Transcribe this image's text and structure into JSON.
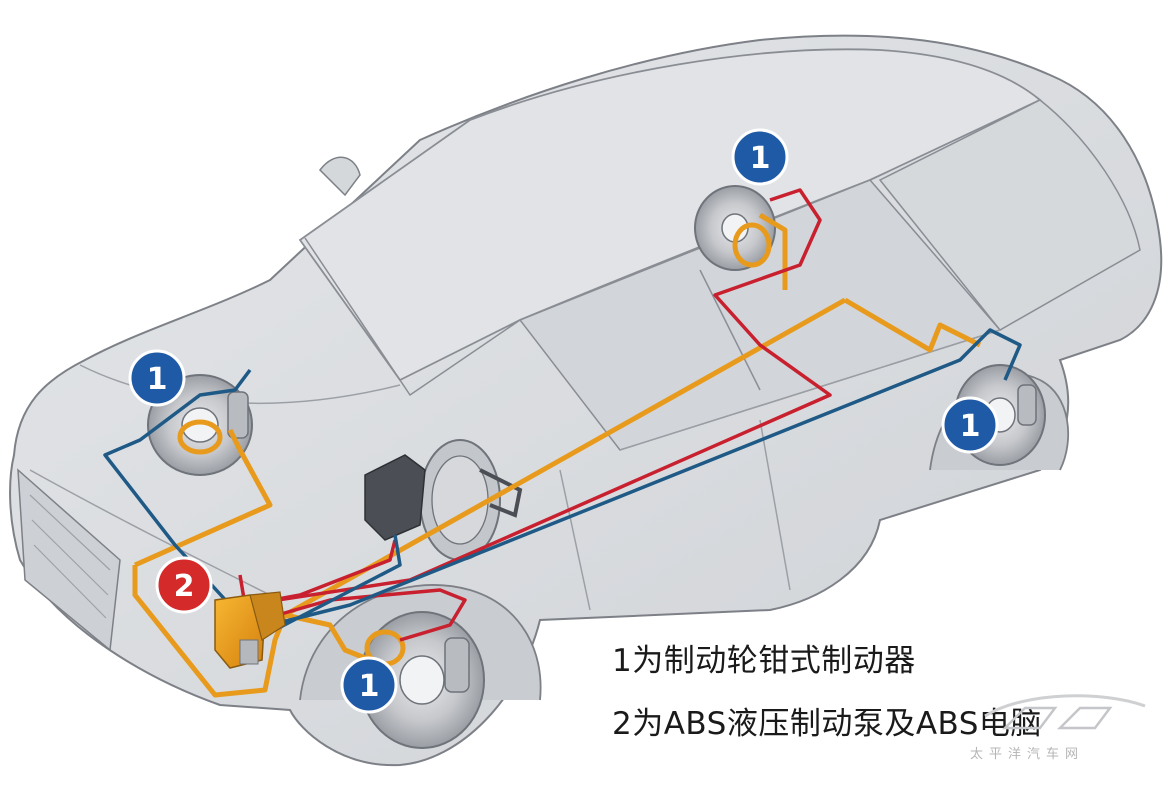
{
  "legend": {
    "line1": "1为制动轮钳式制动器",
    "line2": "2为ABS液压制动泵及ABS电脑"
  },
  "markers": [
    {
      "number": "1",
      "target": "left-front-brake"
    },
    {
      "number": "1",
      "target": "left-rear-brake"
    },
    {
      "number": "1",
      "target": "right-rear-brake"
    },
    {
      "number": "1",
      "target": "right-front-brake"
    },
    {
      "number": "2",
      "target": "abs-pump-unit"
    }
  ],
  "watermark": "太平洋汽车网",
  "colors": {
    "marker_1": "#1f5aa6",
    "marker_2": "#d42a2a",
    "brake_line_orange": "#e89a1c",
    "brake_line_red": "#c8202e",
    "brake_line_blue": "#1f5a86",
    "car_body": "#d9dbde",
    "car_outline": "#7d8187"
  }
}
